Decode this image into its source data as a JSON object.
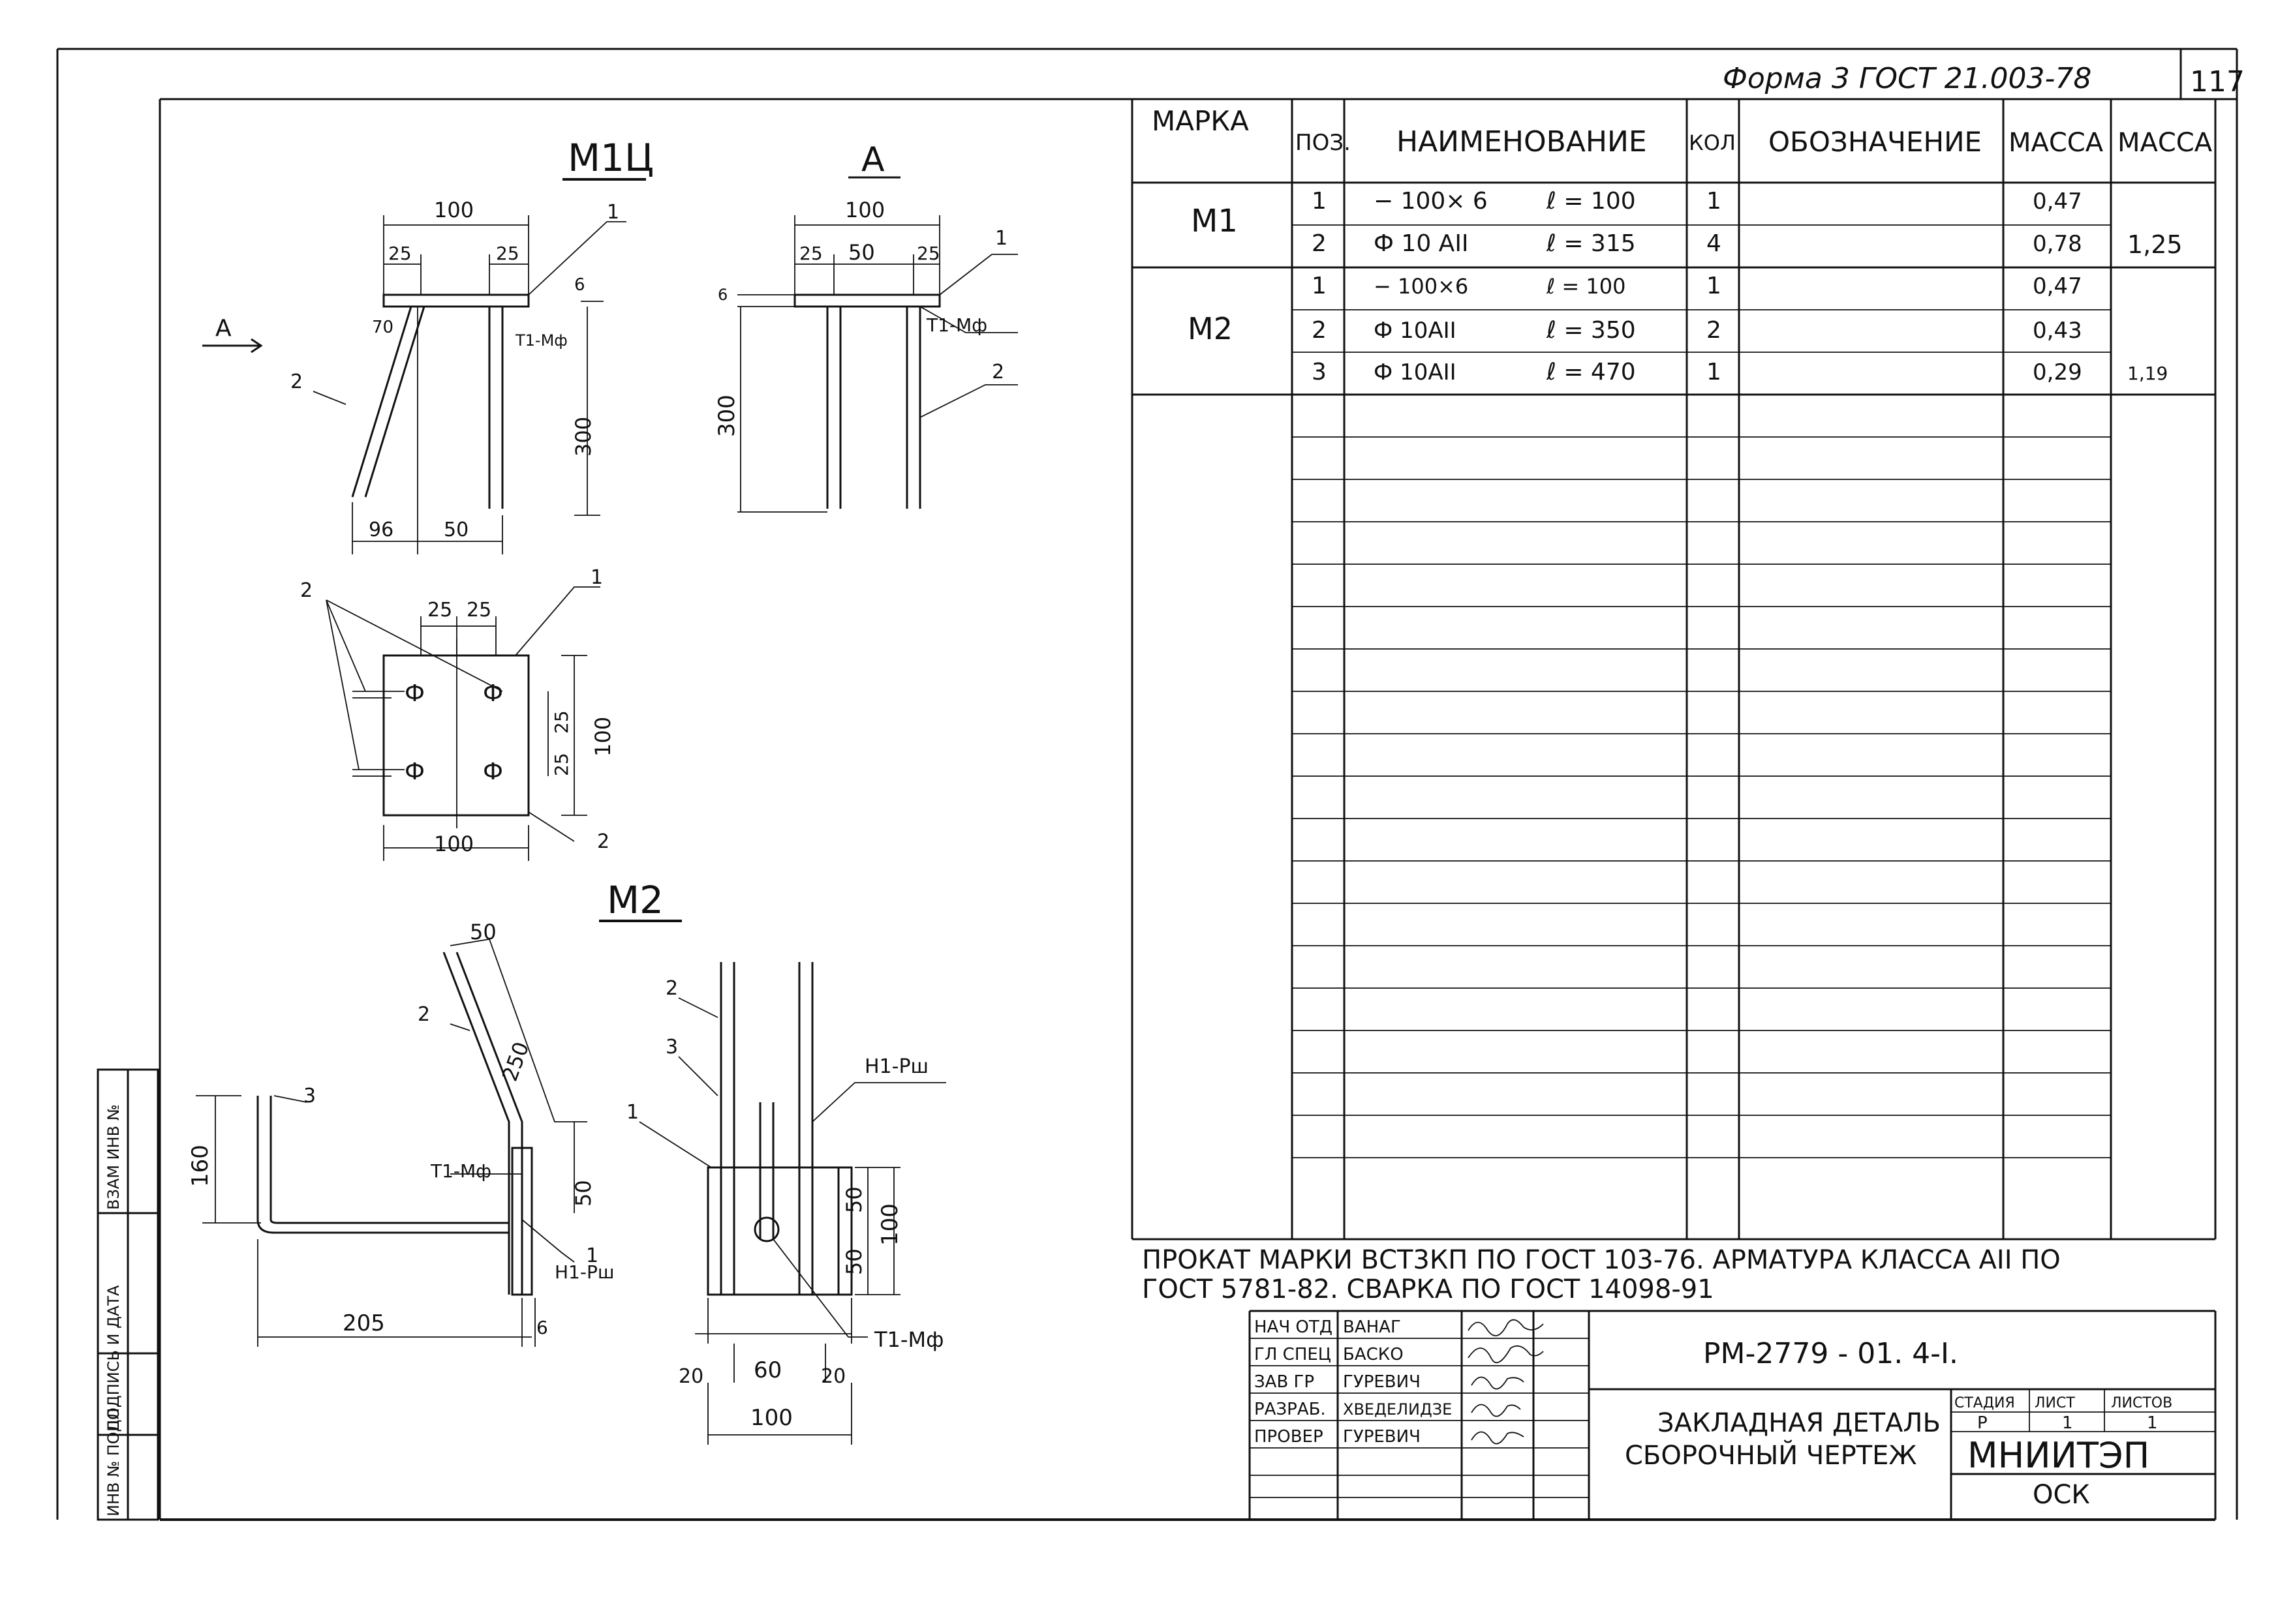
{
  "header": {
    "form_label": "Форма 3 ГОСТ 21.003-78",
    "page_number": "117"
  },
  "side_stamp": {
    "inv_podl": "ИНВ № ПОДЛ",
    "podpis_data": "ПОДПИСЬ И ДАТА",
    "vzam_inv": "ВЗАМ ИНВ №"
  },
  "drawings": {
    "m1_title": "М1Ц",
    "view_a_title": "А",
    "m2_title": "М2",
    "arrow_label": "А",
    "m1_dims": {
      "width": "100",
      "left_off": "25",
      "right_off": "25",
      "thickness": "6",
      "height": "300",
      "angle": "70",
      "bottom_left": "96",
      "bottom_right": "50",
      "weld": "Т1-Мф",
      "pos1": "1",
      "pos2": "2"
    },
    "view_a_dims": {
      "width": "100",
      "d1": "25",
      "d2": "50",
      "d3": "25",
      "thickness": "6",
      "height": "300",
      "weld": "Т1-Мф",
      "pos1": "1",
      "pos2": "2"
    },
    "plan_dims": {
      "top1": "25",
      "top2": "25",
      "width": "100",
      "side1": "25",
      "side2": "25",
      "height": "100",
      "pos1": "1",
      "pos2a": "2",
      "pos2b": "2"
    },
    "m2_side_dims": {
      "top": "50",
      "diag": "250",
      "vert": "50",
      "hook": "160",
      "bottom": "205",
      "plate": "6",
      "weld_t": "Т1-Мф",
      "weld_h": "Н1-Рш",
      "pos1": "1",
      "pos2": "2",
      "pos3": "3"
    },
    "m2_front_dims": {
      "d_left": "20",
      "d_mid": "60",
      "d_right": "20",
      "width": "100",
      "v1": "50",
      "v2": "50",
      "height": "100",
      "weld_h": "Н1-Рш",
      "weld_t": "Т1-Мф",
      "pos1": "1",
      "pos2": "2",
      "pos3": "3"
    }
  },
  "spec_table": {
    "headers": [
      "МАРКА",
      "ПОЗ.",
      "НАИМЕНОВАНИЕ",
      "КОЛ",
      "ОБОЗНАЧЕНИЕ",
      "МАССА",
      "МАССА"
    ],
    "rows": [
      {
        "mark": "М1",
        "pos": "1",
        "name": "− 100× 6",
        "len": "ℓ = 100",
        "qty": "1",
        "desig": "",
        "mass": "0,47",
        "total": ""
      },
      {
        "mark": "",
        "pos": "2",
        "name": "Ф 10 АII",
        "len": "ℓ = 315",
        "qty": "4",
        "desig": "",
        "mass": "0,78",
        "total": "1,25"
      },
      {
        "mark": "М2",
        "pos": "1",
        "name": "− 100×6",
        "len": "ℓ = 100",
        "qty": "1",
        "desig": "",
        "mass": "0,47",
        "total": ""
      },
      {
        "mark": "",
        "pos": "2",
        "name": "Ф 10АII",
        "len": "ℓ = 350",
        "qty": "2",
        "desig": "",
        "mass": "0,43",
        "total": ""
      },
      {
        "mark": "",
        "pos": "3",
        "name": "Ф 10АII",
        "len": "ℓ = 470",
        "qty": "1",
        "desig": "",
        "mass": "0,29",
        "total": "1,19"
      }
    ]
  },
  "notes": {
    "line1": "ПРОКАТ МАРКИ ВСТ3КП ПО ГОСТ 103-76. АРМАТУРА КЛАССА АII ПО",
    "line2": "ГОСТ 5781-82. СВАРКА ПО ГОСТ 14098-91"
  },
  "title_block": {
    "roles": [
      "НАЧ ОТД",
      "ГЛ СПЕЦ",
      "ЗАВ ГР",
      "РАЗРАБ.",
      "ПРОВЕР"
    ],
    "names": [
      "ВАНАГ",
      "БАСКО",
      "ГУРЕВИЧ",
      "ХВЕДЕЛИДЗЕ",
      "ГУРЕВИЧ"
    ],
    "doc_code": "РМ-2779 - 01. 4-I.",
    "title_line1": "ЗАКЛАДНАЯ ДЕТАЛЬ",
    "title_line2": "СБОРОЧНЫЙ ЧЕРТЕЖ",
    "stage_label": "СТАДИЯ",
    "sheet_label": "ЛИСТ",
    "sheets_label": "ЛИСТОВ",
    "stage": "Р",
    "sheet": "1",
    "sheets": "1",
    "org": "МНИИТЭП",
    "dept": "ОСК"
  }
}
